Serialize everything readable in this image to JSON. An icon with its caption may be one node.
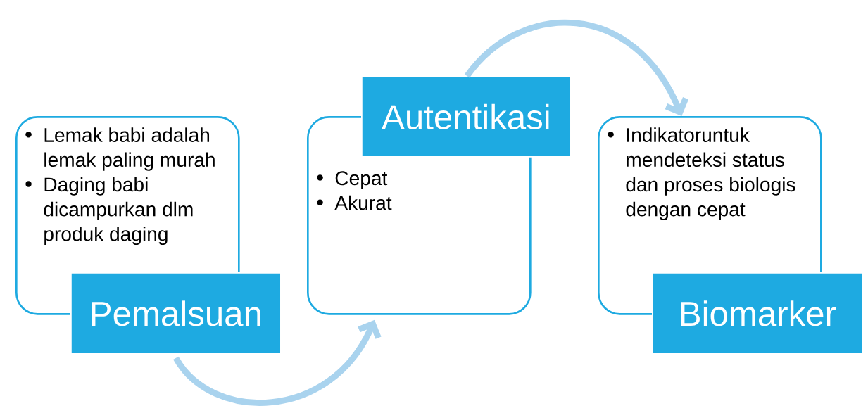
{
  "diagram": {
    "nodes": [
      {
        "text": [
          "Lemak babi adalah lemak paling murah",
          "Daging babi dicampurkan dlm produk daging"
        ]
      },
      {
        "text": [
          "Pemalsuan"
        ]
      },
      {
        "text": [
          "Cepat",
          "Akurat"
        ]
      },
      {
        "text": [
          "Autentikasi"
        ]
      },
      {
        "text": [
          "Indikatoruntuk mendeteksi status dan proses biologis dengan cepat"
        ]
      },
      {
        "text": [
          "Biomarker"
        ]
      }
    ],
    "edges": [
      {
        "from": 1,
        "to": 2,
        "arrow": "to"
      },
      {
        "from": 3,
        "to": 4,
        "arrow": "to"
      }
    ]
  }
}
